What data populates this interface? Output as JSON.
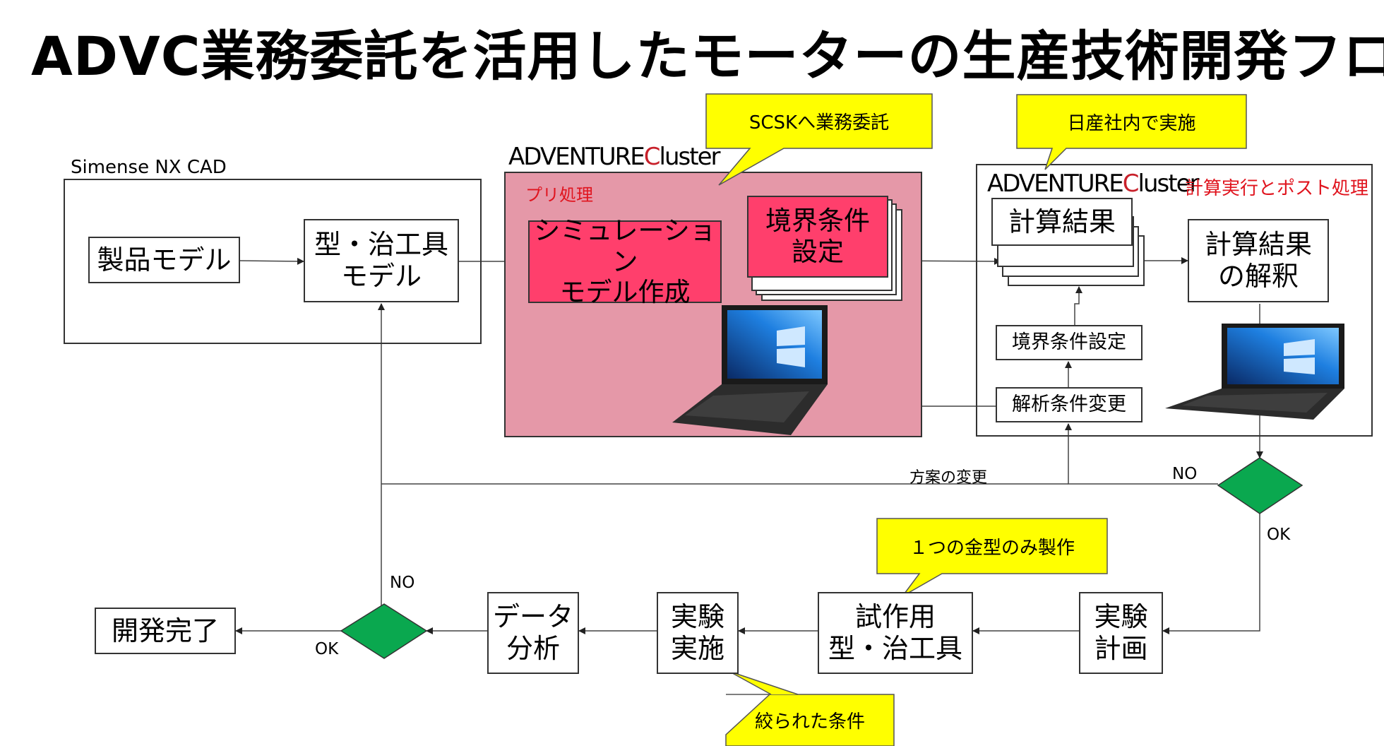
{
  "title": "ADVC業務委託を活用したモーターの生産技術開発フロー",
  "cad": {
    "label": "Simense NX CAD",
    "product_model": "製品モデル",
    "tool_model": "型・治工具\nモデル"
  },
  "pre": {
    "logo_main": "ADVENTURE",
    "logo_c": "C",
    "logo_rest": "luster",
    "label": "プリ処理",
    "sim_model": "シミュレーション\nモデル作成",
    "boundary": "境界条件\n設定"
  },
  "post": {
    "logo_main": "ADVENTURE",
    "logo_c": "C",
    "logo_rest": "luster",
    "label": "計算実行とポスト処理",
    "results": "計算結果",
    "interpret": "計算結果\nの解釈",
    "boundary_small": "境界条件設定",
    "analysis_change": "解析条件変更"
  },
  "callouts": {
    "scsk": "SCSKへ業務委託",
    "nissan": "日産社内で実施",
    "mold": "１つの金型のみ製作",
    "conditions": "絞られた条件"
  },
  "flow": {
    "change_plan": "方案の変更",
    "no1": "NO",
    "ok1": "OK",
    "experiment_plan": "実験\n計画",
    "trial_tool": "試作用\n型・治工具",
    "experiment_exec": "実験\n実施",
    "data_analysis": "データ\n分析",
    "no2": "NO",
    "ok2": "OK",
    "done": "開発完了"
  },
  "colors": {
    "callout": "#ffff00",
    "pink_panel": "#e598a8",
    "hot_pink": "#ff3f6c",
    "diamond": "#0aa84f",
    "logo_c": "#c8202a",
    "post_label": "#e0141e"
  }
}
